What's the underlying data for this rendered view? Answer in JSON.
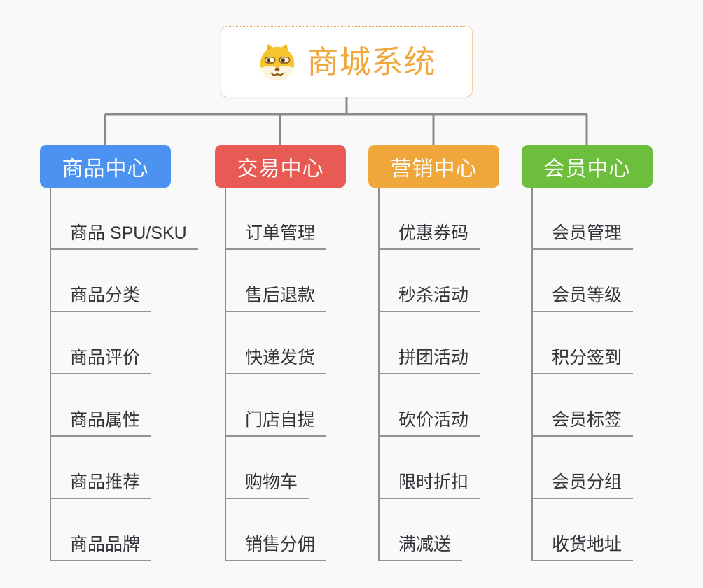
{
  "canvas": {
    "background_color": "#f9f9f9",
    "connector_color": "#8a8a8a",
    "leaf_underline_color": "#939393",
    "leaf_text_color": "#33333a"
  },
  "root": {
    "title": "商城系统",
    "title_color": "#F0A73C",
    "border_color": "#E6A23C",
    "icon": "dog-face-icon"
  },
  "branches": [
    {
      "label": "商品中心",
      "color": "#4B92F1",
      "items": [
        "商品 SPU/SKU",
        "商品分类",
        "商品评价",
        "商品属性",
        "商品推荐",
        "商品品牌"
      ]
    },
    {
      "label": "交易中心",
      "color": "#E85B55",
      "items": [
        "订单管理",
        "售后退款",
        "快递发货",
        "门店自提",
        "购物车",
        "销售分佣"
      ]
    },
    {
      "label": "营销中心",
      "color": "#EFA73B",
      "items": [
        "优惠券码",
        "秒杀活动",
        "拼团活动",
        "砍价活动",
        "限时折扣",
        "满减送"
      ]
    },
    {
      "label": "会员中心",
      "color": "#6EBE3E",
      "items": [
        "会员管理",
        "会员等级",
        "积分签到",
        "会员标签",
        "会员分组",
        "收货地址"
      ]
    }
  ]
}
